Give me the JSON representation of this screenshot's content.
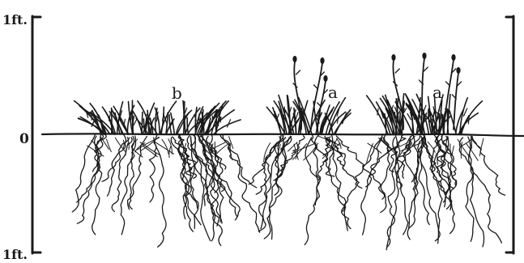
{
  "scale": {
    "top_label": "1ft.",
    "middle_label": "0",
    "bottom_label": "1ft."
  },
  "plants": [
    {
      "id": "b",
      "label": "b"
    },
    {
      "id": "a1",
      "label": "a"
    },
    {
      "id": "a2",
      "label": "a"
    }
  ],
  "ink_color": "#1a1a1a"
}
